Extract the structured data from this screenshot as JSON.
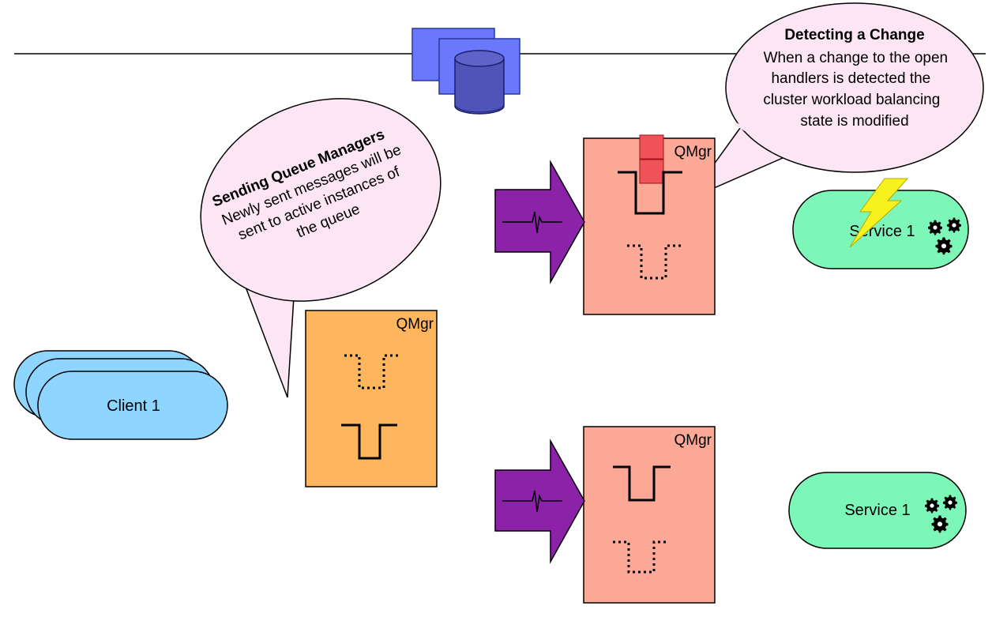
{
  "callouts": {
    "detecting": {
      "title": "Detecting a Change",
      "lines": [
        "When a change to the open",
        "handlers is detected the",
        "cluster workload balancing",
        "state is modified"
      ]
    },
    "sending": {
      "title": "Sending Queue Managers",
      "lines": [
        "Newly sent messages will be",
        "sent to active instances of",
        "the queue"
      ]
    }
  },
  "client": {
    "label": "Client 1"
  },
  "qmgrs": {
    "sending": {
      "label": "QMgr"
    },
    "top": {
      "label": "QMgr"
    },
    "bottom": {
      "label": "QMgr"
    }
  },
  "services": {
    "top": {
      "label": "Service 1"
    },
    "bottom": {
      "label": "Service 1"
    }
  },
  "colors": {
    "client_fill": "#8ED6FF",
    "sending_qmgr_fill": "#FDB55E",
    "target_qmgr_fill": "#FBA896",
    "service_fill": "#7CF7B8",
    "callout_fill": "#FCE6F4",
    "arrow_fill": "#8B22A8",
    "database_fill": "#4F54B8",
    "server_fill": "#6A78FB",
    "message_fill": "#F0525A",
    "lightning_fill": "#F7F21D"
  }
}
